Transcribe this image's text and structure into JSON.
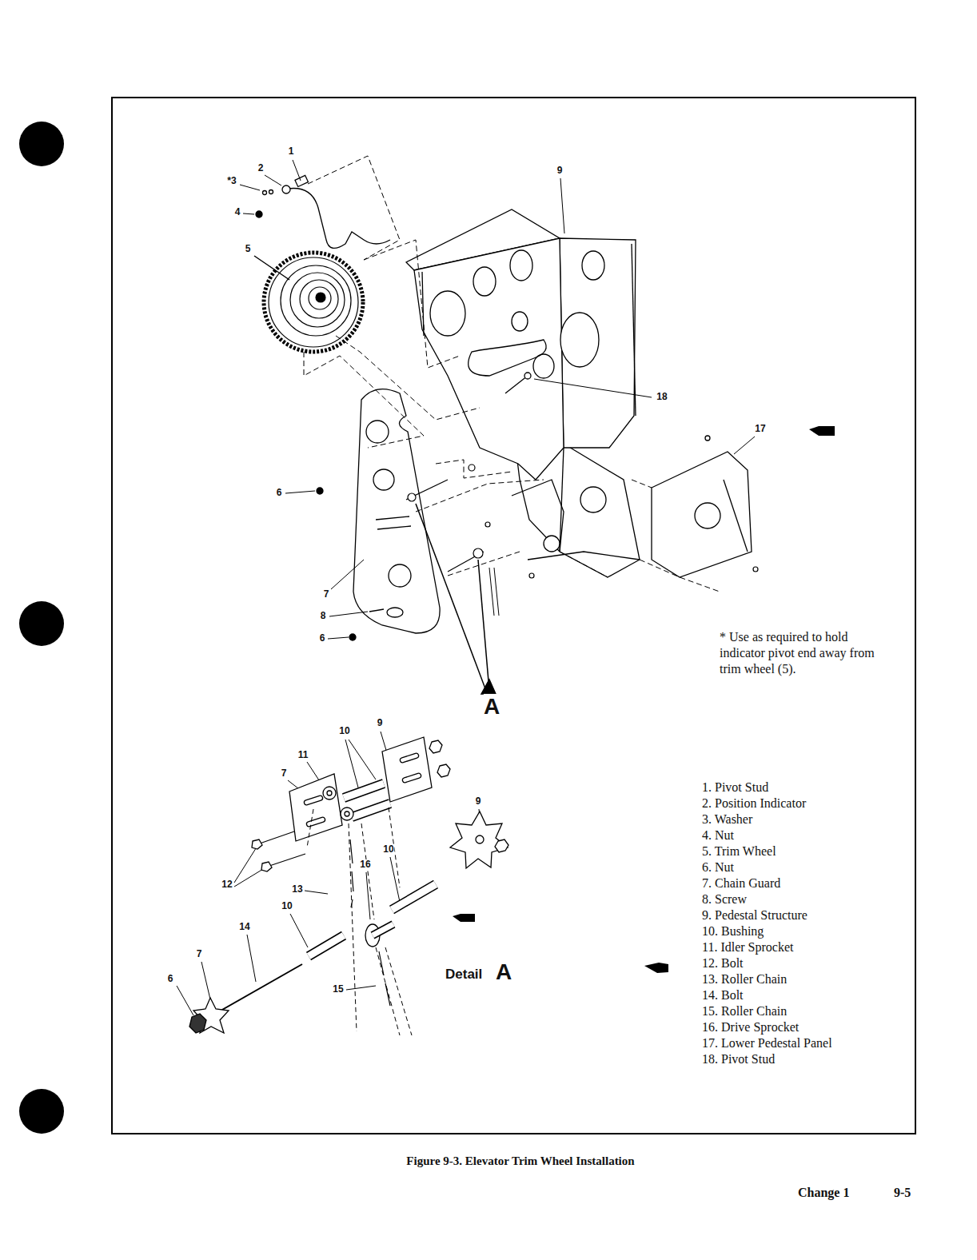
{
  "diagram": {
    "caption": "Figure 9-3. Elevator Trim Wheel Installation",
    "labels": [
      "1",
      "2",
      "*3",
      "4",
      "9",
      "5",
      "18",
      "17",
      "6",
      "7",
      "8",
      "6",
      "A",
      "10",
      "9",
      "11",
      "7",
      "9",
      "10",
      "16",
      "13",
      "12",
      "10",
      "14",
      "7",
      "6",
      "15",
      "Detail",
      "A",
      "* Use as required to hold indicator pivot end away from trim wheel (5).",
      "1. Pivot Stud",
      "2. Position Indicator",
      "3. Washer",
      "4. Nut",
      "5. Trim Wheel",
      "6. Nut",
      "7. Chain Guard",
      "8. Screw",
      "9. Pedestal Structure",
      "10. Bushing",
      "11. Idler Sprocket",
      "12. Bolt",
      "13. Roller Chain",
      "14. Bolt",
      "15. Roller Chain",
      "16. Drive Sprocket",
      "17. Lower Pedestal Panel",
      "18. Pivot Stud",
      "Change 1",
      "9-5"
    ]
  }
}
